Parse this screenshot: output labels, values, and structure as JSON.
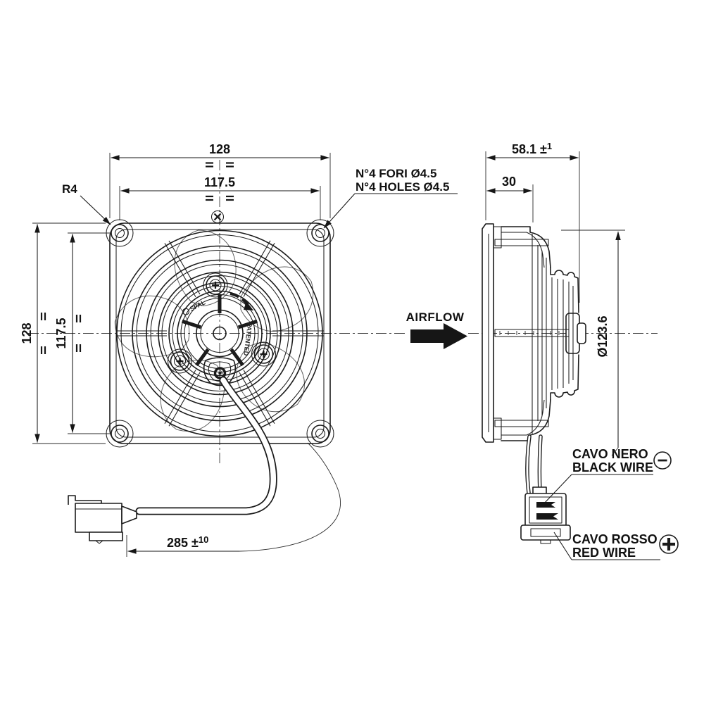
{
  "front_view": {
    "dims": {
      "width_outer": "128",
      "width_holes": "117.5",
      "height_outer": "128",
      "height_holes": "117.5"
    },
    "corner_radius_label": "R4",
    "mounting_holes_note": {
      "line_it": "N°4 FORI  Ø4.5",
      "line_en": "N°4 HOLES  Ø4.5"
    },
    "hub": {
      "brand": "SPAL",
      "patent": "PATENTED"
    },
    "cable_length": {
      "value": "285 ±",
      "tolerance_sup": "10"
    }
  },
  "side_view": {
    "dims": {
      "depth_total": {
        "value": "58.1 ±",
        "tolerance_sup": "1"
      },
      "depth_front": "30",
      "impeller_diameter": "Ø123.6"
    },
    "airflow_label": "AIRFLOW"
  },
  "wiring": {
    "black": {
      "label_it": "CAVO NERO",
      "label_en": "BLACK WIRE",
      "polarity": "minus"
    },
    "red": {
      "label_it": "CAVO ROSSO",
      "label_en": "RED WIRE",
      "polarity": "plus"
    }
  },
  "colors": {
    "ink": "#1b1b1b",
    "background": "#ffffff"
  }
}
